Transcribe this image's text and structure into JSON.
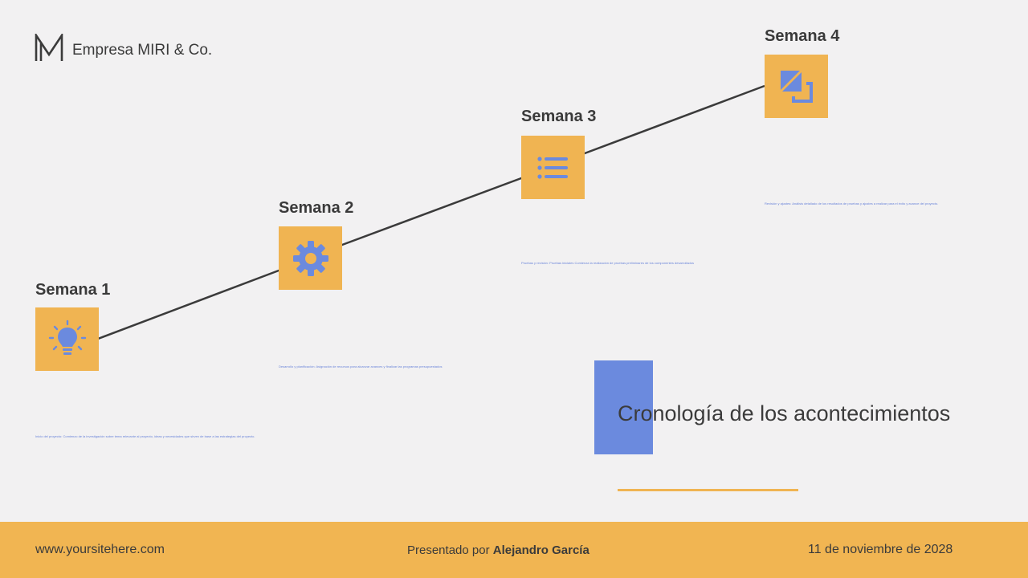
{
  "header": {
    "company": "Empresa MIRI & Co."
  },
  "weeks": [
    {
      "title": "Semana 1",
      "icon": "lightbulb-icon",
      "description": "Inicio del proyecto: Comienzo de la investigación sobre tema relevante al proyecto, ideas y necesidades que sirven de base a las estrategias del proyecto."
    },
    {
      "title": "Semana 2",
      "icon": "gear-icon",
      "description": "Desarrollo y planificación: Asignación de recursos para alcanzar avances y finalizar las programas presupuestados"
    },
    {
      "title": "Semana 3",
      "icon": "list-icon",
      "description": "Pruebas y revisión: Pruebas iniciales Comienza la realización de pruebas preliminares de los componentes desarrollados"
    },
    {
      "title": "Semana 4",
      "icon": "overlap-squares-icon",
      "description": "Revisión y ajustes: Análisis detallado de los resultados de pruebas y ajustes a realizar para el éxito y avance del proyecto."
    }
  ],
  "main": {
    "title": "Cronología de los acontecimientos"
  },
  "footer": {
    "site": "www.yoursitehere.com",
    "presenter_prefix": "Presentado por",
    "presenter_name": "Alejandro García",
    "date": "11 de noviembre de 2028"
  },
  "colors": {
    "accent_orange": "#f0b452",
    "accent_blue": "#6b8ade",
    "background": "#f2f1f2",
    "text": "#3b3b3b"
  }
}
